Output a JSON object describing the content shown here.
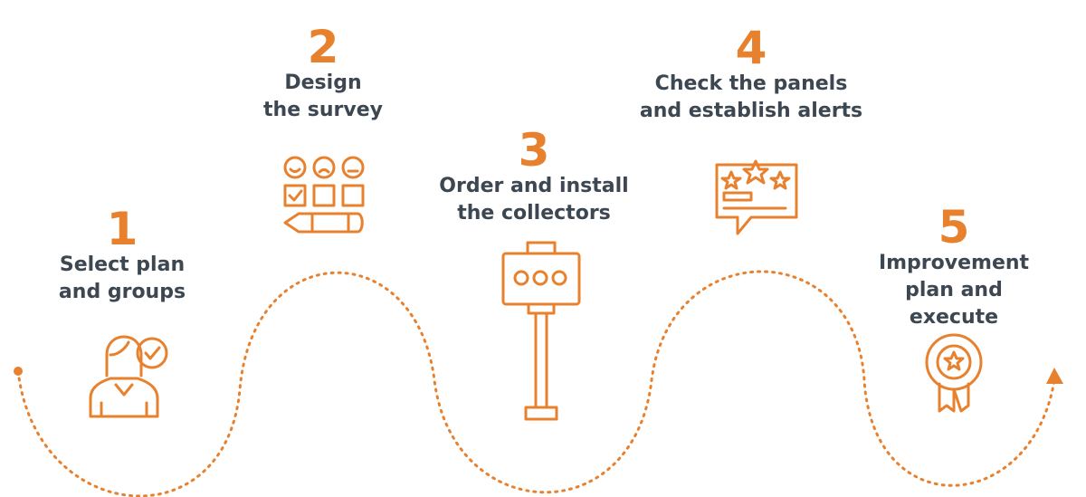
{
  "steps": [
    {
      "number": "1",
      "label": "Select plan\nand groups",
      "icon": "user-check-icon"
    },
    {
      "number": "2",
      "label": "Design\nthe survey",
      "icon": "survey-form-icon"
    },
    {
      "number": "3",
      "label": "Order and install\nthe collectors",
      "icon": "collector-terminal-icon"
    },
    {
      "number": "4",
      "label": "Check the panels\nand establish alerts",
      "icon": "rating-panel-icon"
    },
    {
      "number": "5",
      "label": "Improvement\nplan and execute",
      "icon": "award-badge-icon"
    }
  ],
  "colors": {
    "accent": "#e8812e",
    "text": "#3d4752"
  }
}
